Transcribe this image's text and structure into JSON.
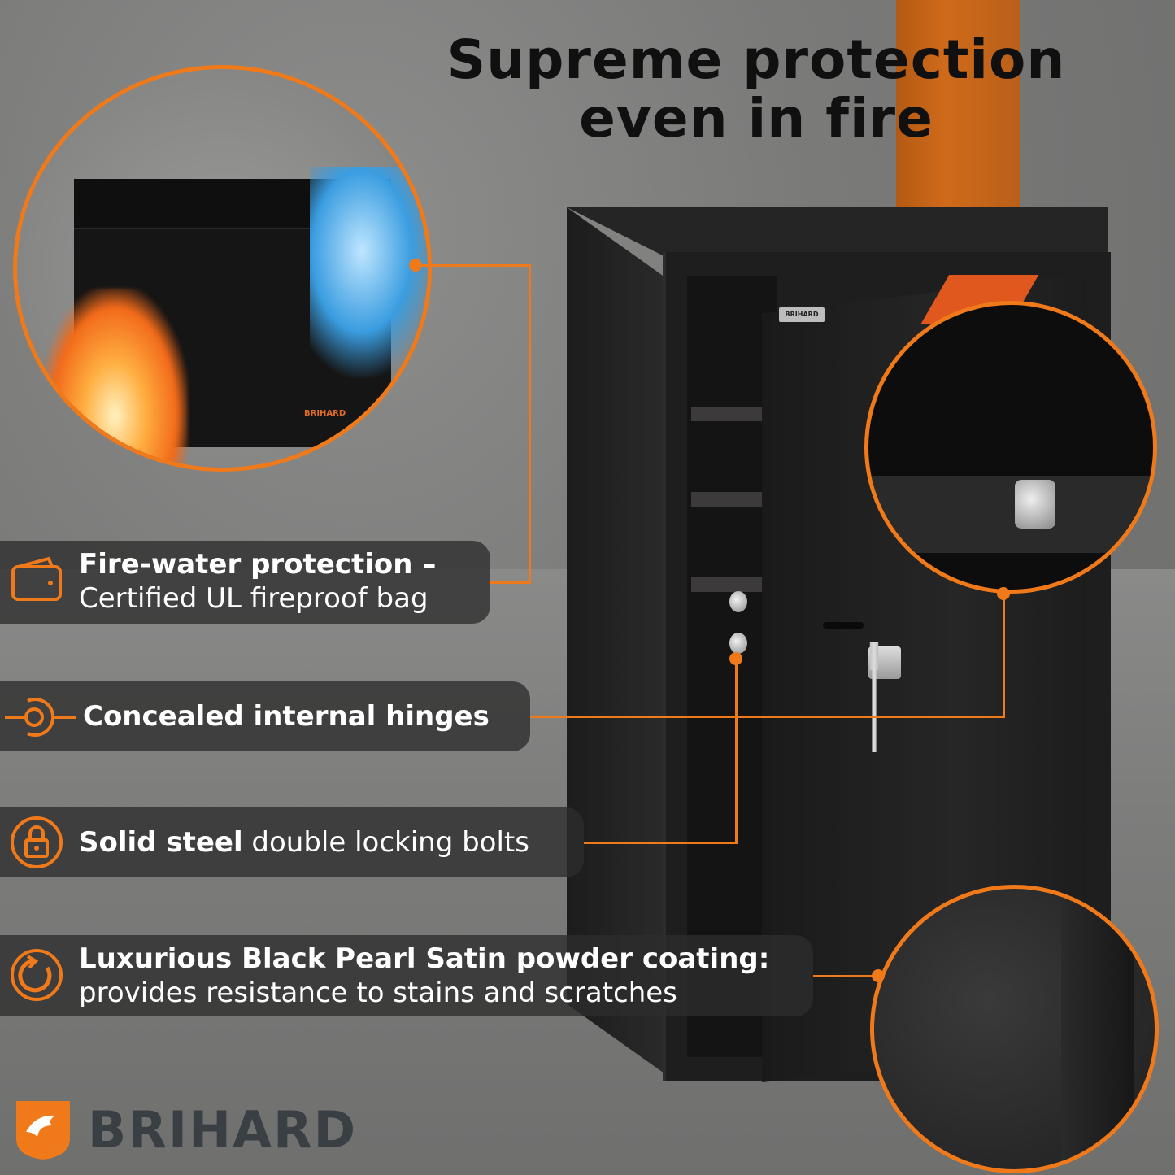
{
  "headline": {
    "line1": "Supreme protection",
    "line2": "even in fire"
  },
  "features": [
    {
      "title": "Fire-water protection –",
      "subtitle": "Certified UL fireproof bag",
      "icon": "wallet-icon"
    },
    {
      "title": "Concealed internal hinges",
      "icon": "hinge-icon"
    },
    {
      "title_bold": "Solid steel",
      "title_rest": " double locking bolts",
      "icon": "padlock-icon"
    },
    {
      "title": "Luxurious Black Pearl Satin powder coating:",
      "subtitle": "provides resistance to stains and scratches",
      "icon": "refresh-icon"
    }
  ],
  "brand": {
    "name": "BRIHARD",
    "bag_label": "BRIHARD",
    "door_label": "BRIHARD"
  },
  "colors": {
    "accent": "#f07a1a",
    "band": "#2d2d2d",
    "brand_text": "#3a3f44"
  }
}
